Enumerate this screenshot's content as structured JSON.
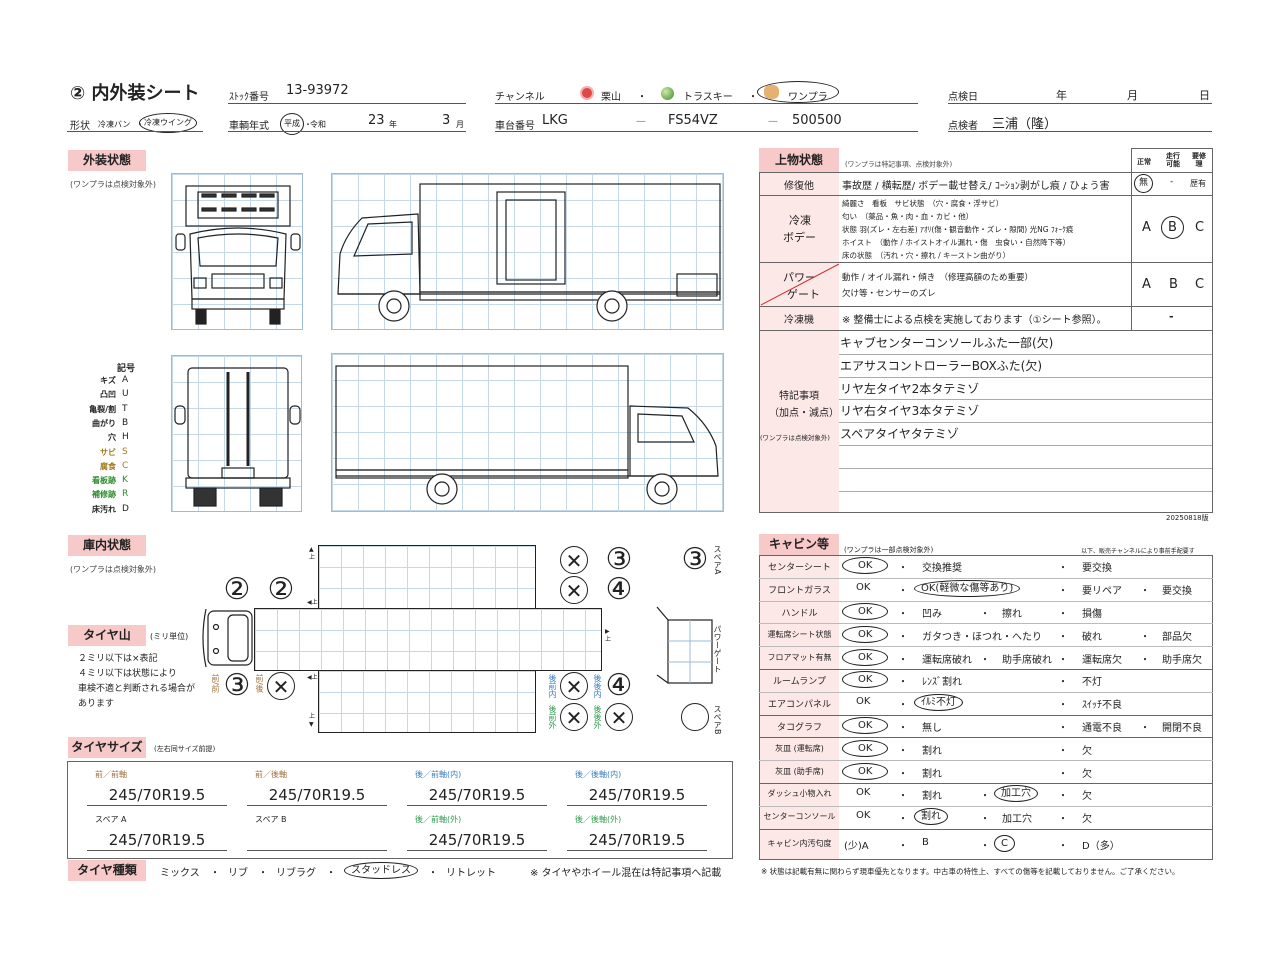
{
  "header": {
    "title": "② 内外装シート",
    "stock_label": "ｽﾄｯｸ番号",
    "stock_no": "13-93972",
    "channel_label": "チャンネル",
    "channels": [
      "栗山",
      "トラスキー",
      "ワンプラ"
    ],
    "channel_selected": "ワンプラ",
    "inspect_date_label": "点検日",
    "year": "年",
    "month": "月",
    "day": "日",
    "shape_label": "形状",
    "shapes": [
      "冷凍バン",
      "冷凍ウイング"
    ],
    "shape_selected": "冷凍ウイング",
    "model_year_label": "車輌年式",
    "eras": [
      "平成",
      "令和"
    ],
    "era_selected": "平成",
    "model_year": "23",
    "model_month": "3",
    "chassis_label": "車台番号",
    "chassis_1": "LKG",
    "chassis_2": "FS54VZ",
    "chassis_3": "500500",
    "dash": "—",
    "inspector_label": "点検者",
    "inspector": "三浦（隆）"
  },
  "exterior": {
    "label": "外装状態",
    "note": "(ワンプラは点検対象外)",
    "legend_title": "記号",
    "legend": [
      {
        "name": "キズ",
        "code": "A",
        "color": "#222"
      },
      {
        "name": "凸凹",
        "code": "U",
        "color": "#222"
      },
      {
        "name": "亀裂/割",
        "code": "T",
        "color": "#222"
      },
      {
        "name": "曲がり",
        "code": "B",
        "color": "#222"
      },
      {
        "name": "穴",
        "code": "H",
        "color": "#222"
      },
      {
        "name": "サビ",
        "code": "S",
        "color": "#a07a1e"
      },
      {
        "name": "腐食",
        "code": "C",
        "color": "#a07a1e"
      },
      {
        "name": "看板跡",
        "code": "K",
        "color": "#2e8b2e"
      },
      {
        "name": "補修跡",
        "code": "R",
        "color": "#2e8b2e"
      },
      {
        "name": "床汚れ",
        "code": "D",
        "color": "#222"
      }
    ]
  },
  "body_status": {
    "label": "上物状態",
    "note": "(ワンプラは特記事項、点検対象外)",
    "cols": [
      "正常",
      "走行可能",
      "要修理"
    ],
    "repair": {
      "label": "修復他",
      "text": "事故歴 / 横転歴/ ボデー載せ替え/ ｺｰｼｮﾝ剥がし痕 / ひょう害",
      "opts": [
        "無",
        "-",
        "歴有"
      ],
      "selected": "無"
    },
    "reefer_body": {
      "label1": "冷凍",
      "label2": "ボデー",
      "lines": [
        "綺麗さ　看板　サビ状態　（穴・腐食・浮サビ）",
        "匂い　（薬品・魚・肉・血・カビ・他）",
        "状態 羽(ズレ・左右差) ｱｵﾘ(傷・観音動作・ズレ・隙間) 光NG ﾌｫｰｸ痕",
        "ホイスト　（動作 / ホイストオイル漏れ・傷　虫食い・自然降下等）",
        "床の状態　（汚れ・穴・擦れ / キーストン曲がり）"
      ],
      "grades": [
        "A",
        "B",
        "C"
      ],
      "selected": "B"
    },
    "power_gate": {
      "label1": "パワー",
      "label2": "ゲート",
      "lines": [
        "動作 / オイル漏れ・傾き　（修理高額のため重要）",
        "欠け等・センサーのズレ"
      ],
      "grades": [
        "A",
        "B",
        "C"
      ]
    },
    "reefer": {
      "label": "冷凍機",
      "text": "※ 整備士による点検を実施しております（①シート参照）。",
      "value": "-"
    }
  },
  "remarks": {
    "label1": "特記事項",
    "label2": "（加点・減点）",
    "note": "(ワンプラは点検対象外)",
    "lines": [
      "キャブセンターコンソールふた一部(欠)",
      "エアサスコントローラーBOXふた(欠)",
      "リヤ左タイヤ2本タテミゾ",
      "リヤ右タイヤ3本タテミゾ",
      "スペアタイヤタテミゾ",
      "",
      "",
      ""
    ],
    "version": "20250818版"
  },
  "interior": {
    "label": "庫内状態",
    "note": "(ワンプラは点検対象外)",
    "up": "上",
    "power_gate": "パワーゲート",
    "spare_a": "スペアA",
    "spare_b": "スペアB"
  },
  "tread": {
    "label": "タイヤ山",
    "unit": "(ミリ単位)",
    "notes": [
      "２ミリ以下は×表記",
      "４ミリ以下は状態により",
      "車検不適と判断される場合が",
      "あります"
    ],
    "pos_labels": {
      "ff": "前/前",
      "fr": "前/後",
      "rfi": "後前内",
      "rri": "後後内",
      "rfo": "後前外",
      "rro": "後後外"
    },
    "marks": {
      "front_front_left": "②",
      "front_rear_left": "②",
      "front_front_right": "③",
      "front_rear_right": "×",
      "rear_front_in_left": "×",
      "rear_rear_in_left": "③",
      "rear_front_out_left": "×",
      "rear_rear_out_left": "④",
      "rear_front_in_right": "×",
      "rear_rear_in_right": "④",
      "rear_front_out_right": "×",
      "rear_rear_out_right": "×",
      "spare_a": "③",
      "spare_b": ""
    }
  },
  "tire_size": {
    "label": "タイヤサイズ",
    "note": "(左右同サイズ前提)",
    "items": [
      {
        "label": "前／前軸",
        "value": "245/70R19.5",
        "color": "#a0703a"
      },
      {
        "label": "前／後軸",
        "value": "245/70R19.5",
        "color": "#a0703a"
      },
      {
        "label": "後／前軸(内)",
        "value": "245/70R19.5",
        "color": "#3a7ec0"
      },
      {
        "label": "後／後軸(内)",
        "value": "245/70R19.5",
        "color": "#3a7ec0"
      },
      {
        "label": "スペア A",
        "value": "245/70R19.5",
        "color": "#222"
      },
      {
        "label": "スペア B",
        "value": "",
        "color": "#222"
      },
      {
        "label": "後／前軸(外)",
        "value": "245/70R19.5",
        "color": "#2e9b4e"
      },
      {
        "label": "後／後軸(外)",
        "value": "245/70R19.5",
        "color": "#2e9b4e"
      }
    ]
  },
  "tire_type": {
    "label": "タイヤ種類",
    "options": [
      "ミックス",
      "リブ",
      "リブラグ",
      "スタッドレス",
      "リトレット"
    ],
    "selected": 3,
    "note": "※ タイヤやホイール混在は特記事項へ記載"
  },
  "cabin": {
    "label": "キャビン等",
    "note": "(ワンプラは一部点検対象外)",
    "note_right": "以下、販売チャンネルにより事前手配要す",
    "rows": [
      {
        "label": "センターシート",
        "opts": [
          [
            0,
            "OK"
          ],
          [
            1,
            "交換推奨"
          ],
          [
            3,
            "要交換"
          ]
        ],
        "sel": 0
      },
      {
        "label": "フロントガラス",
        "opts": [
          [
            0,
            "OK"
          ],
          [
            1,
            "OK(軽微な傷等あり)"
          ],
          [
            3,
            "要リペア"
          ],
          [
            4,
            "要交換"
          ]
        ],
        "sel": 1
      },
      {
        "label": "ハンドル",
        "opts": [
          [
            0,
            "OK"
          ],
          [
            1,
            "凹み"
          ],
          [
            2,
            "擦れ"
          ],
          [
            3,
            "損傷"
          ]
        ],
        "sel": 0
      },
      {
        "label": "運転席シート状態",
        "opts": [
          [
            0,
            "OK"
          ],
          [
            1,
            "ガタつき・ほつれ・へたり"
          ],
          [
            3,
            "破れ"
          ],
          [
            4,
            "部品欠"
          ]
        ],
        "sel": 0
      },
      {
        "label": "フロアマット有無",
        "opts": [
          [
            0,
            "OK"
          ],
          [
            1,
            "運転席破れ"
          ],
          [
            2,
            "助手席破れ"
          ],
          [
            3,
            "運転席欠"
          ],
          [
            4,
            "助手席欠"
          ]
        ],
        "sel": 0
      },
      {
        "label": "ルームランプ",
        "opts": [
          [
            0,
            "OK"
          ],
          [
            1,
            "ﾚﾝｽﾞ割れ"
          ],
          [
            3,
            "不灯"
          ]
        ],
        "sel": 0
      },
      {
        "label": "エアコンパネル",
        "opts": [
          [
            0,
            "OK"
          ],
          [
            1,
            "ｲﾙﾐ不灯"
          ],
          [
            3,
            "ｽｲｯﾁ不良"
          ]
        ],
        "sel": 1
      },
      {
        "label": "タコグラフ",
        "opts": [
          [
            0,
            "OK"
          ],
          [
            1,
            "無し"
          ],
          [
            3,
            "通電不良"
          ],
          [
            4,
            "開閉不良"
          ]
        ],
        "sel": 0
      },
      {
        "label": "灰皿 (運転席)",
        "opts": [
          [
            0,
            "OK"
          ],
          [
            1,
            "割れ"
          ],
          [
            3,
            "欠"
          ]
        ],
        "sel": 0
      },
      {
        "label": "灰皿 (助手席)",
        "opts": [
          [
            0,
            "OK"
          ],
          [
            1,
            "割れ"
          ],
          [
            3,
            "欠"
          ]
        ],
        "sel": 0
      },
      {
        "label": "ダッシュ小物入れ",
        "opts": [
          [
            0,
            "OK"
          ],
          [
            1,
            "割れ"
          ],
          [
            2,
            "加工穴"
          ],
          [
            3,
            "欠"
          ]
        ],
        "sel": 2
      },
      {
        "label": "センターコンソール",
        "opts": [
          [
            0,
            "OK"
          ],
          [
            1,
            "割れ"
          ],
          [
            2,
            "加工穴"
          ],
          [
            3,
            "欠"
          ]
        ],
        "sel": 1
      },
      {
        "label": "キャビン内汚匂度",
        "opts": [
          [
            0,
            "(少)A"
          ],
          [
            1,
            "B"
          ],
          [
            2,
            "C"
          ],
          [
            3,
            "D（多）"
          ]
        ],
        "sel": 2
      }
    ],
    "footnote": "※ 状態は記載有無に関わらず現車優先となります。中古車の特性上、すべての傷等を記載しておりません。ご了承ください。"
  }
}
